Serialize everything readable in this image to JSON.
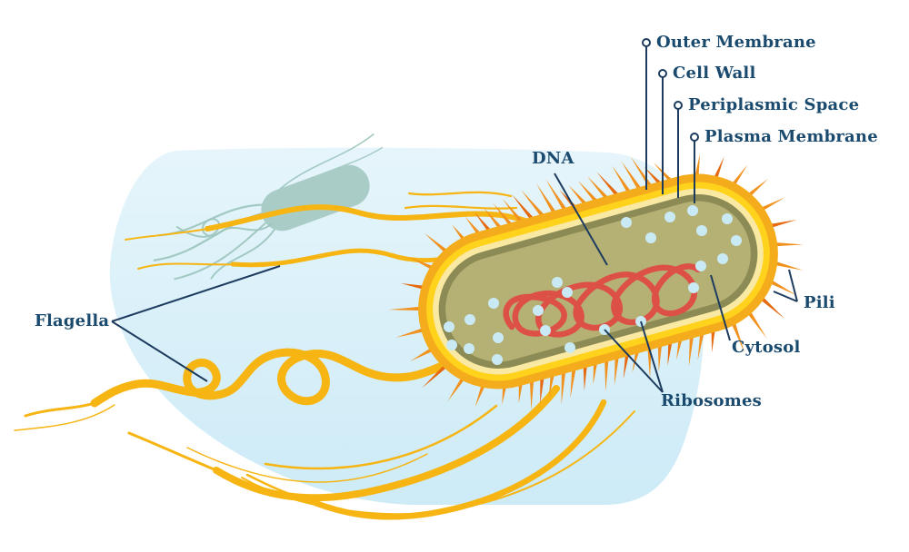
{
  "labels": {
    "outer_membrane": "Outer Membrane",
    "cell_wall": "Cell Wall",
    "periplasmic_space": "Periplasmic Space",
    "plasma_membrane": "Plasma Membrane",
    "dna": "DNA",
    "flagella": "Flagella",
    "pili": "Pili",
    "cytosol": "Cytosol",
    "ribosomes": "Ribosomes"
  },
  "colors": {
    "background": "#FFFFFF",
    "backdrop_top": "#E6F5FB",
    "backdrop_bottom": "#CDEBF7",
    "ghost": "#A9CDC6",
    "ghost_line": "#9CC4BD",
    "flagella": "#F6B512",
    "pili_light": "#F1911E",
    "pili_dark": "#E56A10",
    "outer_membrane": "#F4AC1C",
    "cell_wall_band": "#FFD21C",
    "periplasmic": "#F9E9A2",
    "plasma_membrane": "#8D8B55",
    "cytosol": "#B5B175",
    "dna": "#DD5045",
    "ribosome": "#C9EAF5",
    "label_text": "#1A4A6E",
    "pointer": "#1C3B5E"
  }
}
